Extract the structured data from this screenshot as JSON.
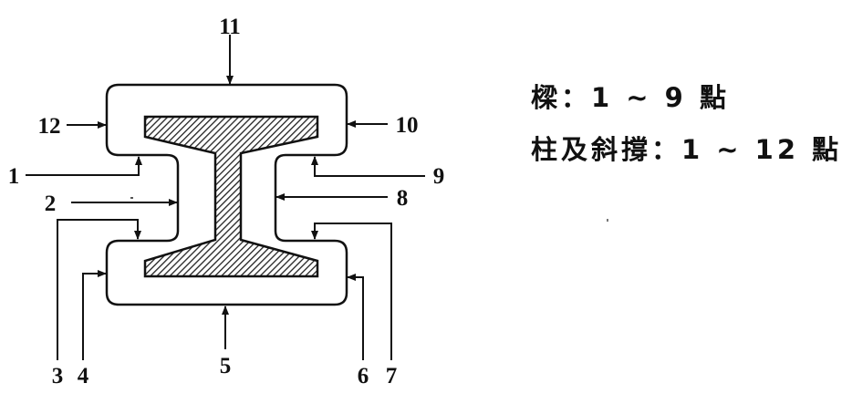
{
  "diagram": {
    "point_labels": {
      "p1": "1",
      "p2": "2",
      "p3": "3",
      "p4": "4",
      "p5": "5",
      "p6": "6",
      "p7": "7",
      "p8": "8",
      "p9": "9",
      "p10": "10",
      "p11": "11",
      "p12": "12"
    }
  },
  "legend": {
    "beam": "樑：1 ~ 9 點",
    "column": "柱及斜撐：1 ~ 12 點"
  }
}
